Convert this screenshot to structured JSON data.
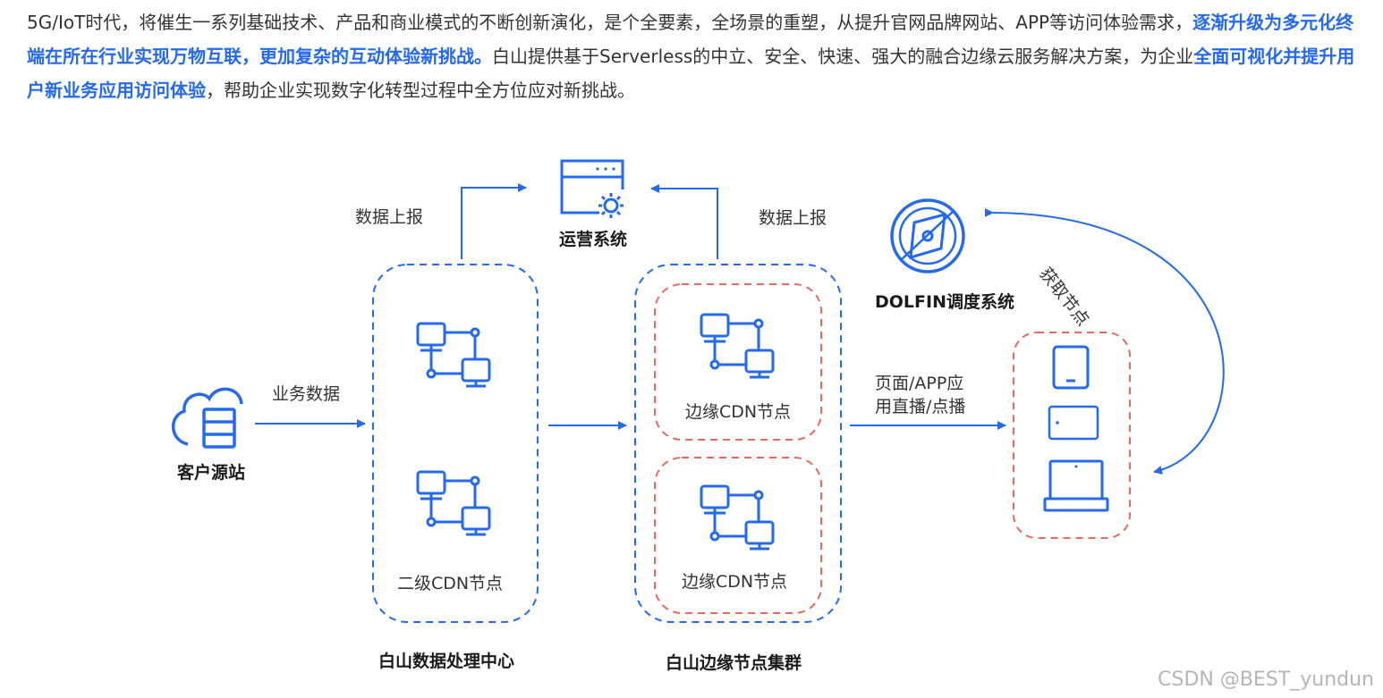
{
  "intro": {
    "part1": "5G/IoT时代，将催生一系列基础技术、产品和商业模式的不断创新演化，是个全要素，全场景的重塑，从提升官网品牌网站、APP等访问体验需求，",
    "highlight1": "逐渐升级为多元化终端在所在行业实现万物互联，更加复杂的互动体验新挑战。",
    "part2": "白山提供基于Serverless的中立、安全、快速、强大的融合边缘云服务解决方案，为企业",
    "highlight2": "全面可视化并提升用户新业务应用访问体验",
    "part3": "，帮助企业实现数字化转型过程中全方位应对新挑战。"
  },
  "diagram": {
    "origin_label": "客户源站",
    "business_data_label": "业务数据",
    "report_left_label": "数据上报",
    "report_right_label": "数据上报",
    "ops_label": "运营系统",
    "secondary_node_label": "二级CDN节点",
    "edge_node_top_label": "边缘CDN节点",
    "edge_node_bottom_label": "边缘CDN节点",
    "dc_label": "白山数据处理中心",
    "edge_cluster_label": "白山边缘节点集群",
    "delivery_line1": "页面/APP应",
    "delivery_line2": "用直播/点播",
    "dolfin_label": "DOLFIN调度系统",
    "fetch_label": "获取节点"
  },
  "colors": {
    "blue": "#2469ee",
    "red_dash": "#e8695f",
    "text": "#333333"
  },
  "watermark": "CSDN @BEST_yundun"
}
